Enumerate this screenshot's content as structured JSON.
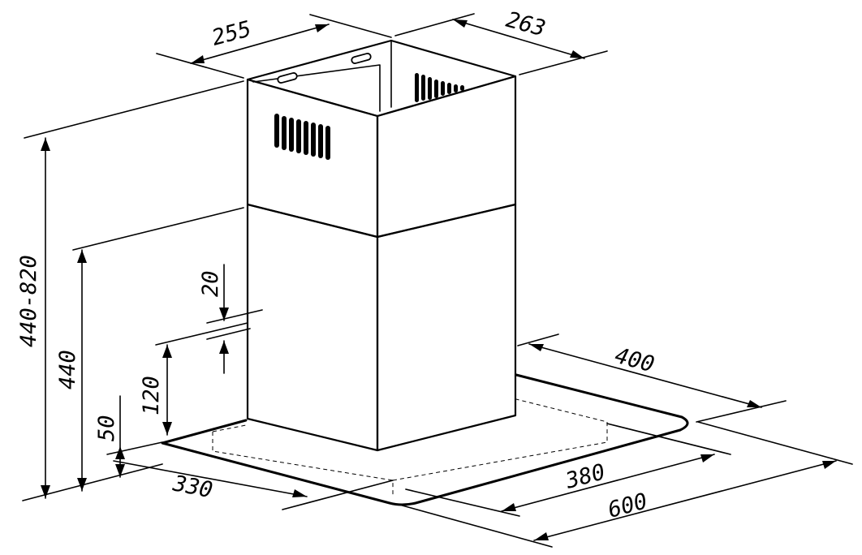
{
  "diagram": {
    "subject": "chimney cooker hood dimension drawing",
    "dimensions": {
      "chimney_width": "255",
      "chimney_depth": "263",
      "total_height_range": "440-820",
      "lower_chimney_height": "440",
      "overlap": "20",
      "base_to_chimney": "120",
      "canopy_thickness": "50",
      "canopy_front_offset": "330",
      "canopy_depth_inner": "380",
      "canopy_width": "600",
      "canopy_side": "400"
    }
  }
}
